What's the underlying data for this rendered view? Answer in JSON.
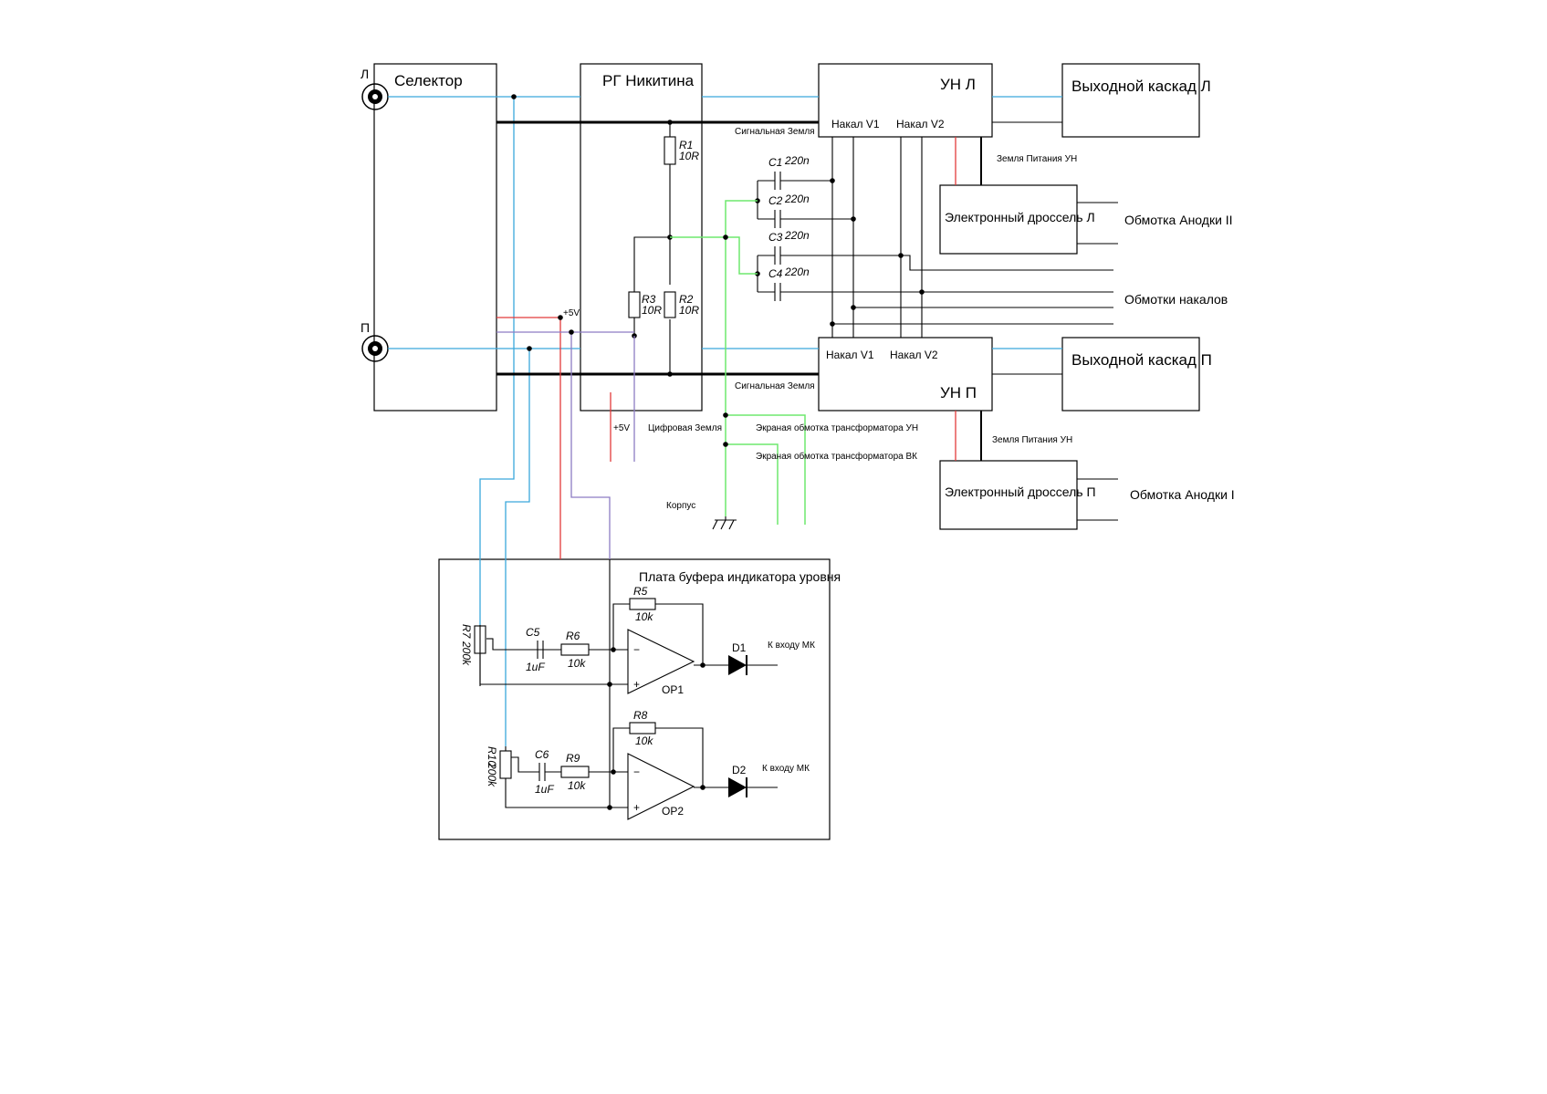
{
  "blocks": {
    "selector": "Селектор",
    "rg": "РГ Никитина",
    "un_l": "УН Л",
    "un_p": "УН П",
    "out_l": "Выходной каскад Л",
    "out_p": "Выходной каскад П",
    "choke_l": "Электронный дроссель Л",
    "choke_p": "Электронный дроссель П",
    "buffer": "Плата буфера индикатора уровня"
  },
  "connectors": {
    "left": "Л",
    "right": "П"
  },
  "labels": {
    "nakal_v1_l": "Накал V1",
    "nakal_v2_l": "Накал V2",
    "nakal_v1_p": "Накал V1",
    "nakal_v2_p": "Накал V2",
    "sig_ground_top": "Сигнальная Земля",
    "sig_ground_bottom": "Сигнальная Земля",
    "power_ground_top": "Земля Питания УН",
    "power_ground_bottom": "Земля Питания УН",
    "anode_2": "Обмотка Анодки II",
    "anode_1": "Обмотка Анодки I",
    "heater_windings": "Обмотки накалов",
    "plus5_top": "+5V",
    "plus5_bottom": "+5V",
    "digital_ground": "Цифровая Земля",
    "screen_un": "Экраная обмотка трансформатора УН",
    "screen_vk": "Экраная обмотка трансформатора ВК",
    "chassis": "Корпус",
    "to_mk_1": "К входу МК",
    "to_mk_2": "К входу МК"
  },
  "components": {
    "r1": {
      "name": "R1",
      "value": "10R"
    },
    "r2": {
      "name": "R2",
      "value": "10R"
    },
    "r3": {
      "name": "R3",
      "value": "10R"
    },
    "c1": {
      "name": "C1",
      "value": "220n"
    },
    "c2": {
      "name": "C2",
      "value": "220n"
    },
    "c3": {
      "name": "C3",
      "value": "220n"
    },
    "c4": {
      "name": "C4",
      "value": "220n"
    },
    "r5": {
      "name": "R5",
      "value": "10k"
    },
    "r6": {
      "name": "R6",
      "value": "10k"
    },
    "r8": {
      "name": "R8",
      "value": "10k"
    },
    "r9": {
      "name": "R9",
      "value": "10k"
    },
    "c5": {
      "name": "C5",
      "value": "1uF"
    },
    "c6": {
      "name": "C6",
      "value": "1uF"
    },
    "r7": {
      "name": "R7",
      "value": "200k"
    },
    "r10": {
      "name": "R10",
      "value": "200k"
    },
    "op1": {
      "name": "OP1",
      "minus": "−",
      "plus": "+"
    },
    "op2": {
      "name": "OP2",
      "minus": "−",
      "plus": "+"
    },
    "d1": {
      "name": "D1"
    },
    "d2": {
      "name": "D2"
    }
  },
  "colors": {
    "signal": "#3aa8dc",
    "power_5v": "#e23a3a",
    "digital_ground": "#8d7cc4",
    "screen": "#6ee86e"
  }
}
